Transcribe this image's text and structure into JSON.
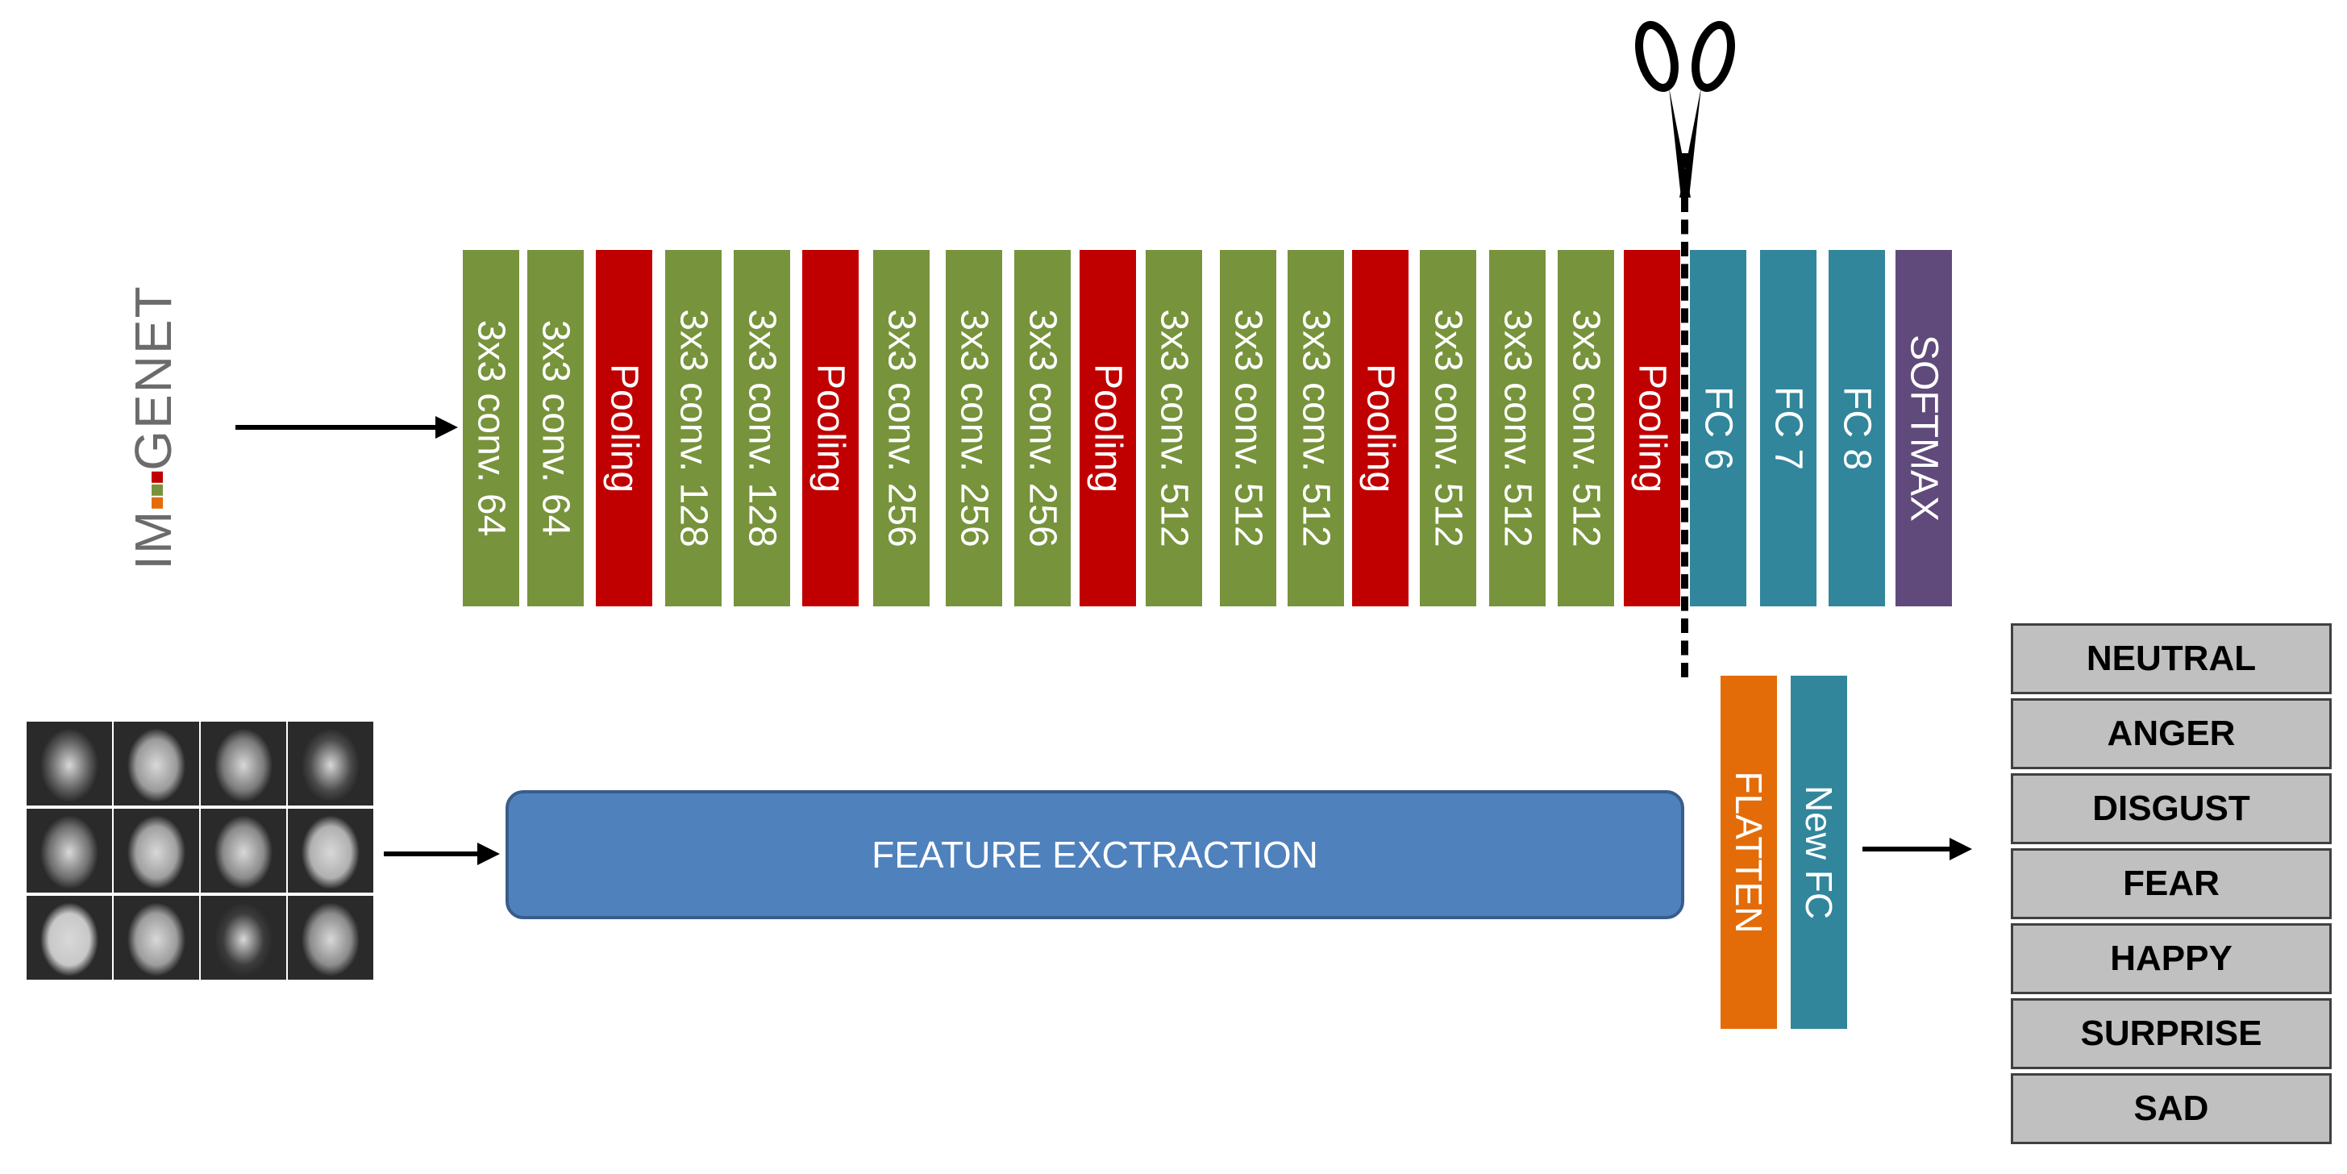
{
  "logo": {
    "text_pre": "IM",
    "text_post": "GENET"
  },
  "layers": [
    {
      "label": "3x3 conv. 64",
      "color": "#77933c"
    },
    {
      "label": "3x3 conv. 64",
      "color": "#77933c"
    },
    {
      "label": "Pooling",
      "color": "#c00000"
    },
    {
      "label": "3x3 conv. 128",
      "color": "#77933c"
    },
    {
      "label": "3x3 conv. 128",
      "color": "#77933c"
    },
    {
      "label": "Pooling",
      "color": "#c00000"
    },
    {
      "label": "3x3 conv. 256",
      "color": "#77933c"
    },
    {
      "label": "3x3 conv. 256",
      "color": "#77933c"
    },
    {
      "label": "3x3 conv. 256",
      "color": "#77933c"
    },
    {
      "label": "Pooling",
      "color": "#c00000"
    },
    {
      "label": "3x3 conv. 512",
      "color": "#77933c"
    },
    {
      "label": "3x3 conv. 512",
      "color": "#77933c"
    },
    {
      "label": "3x3 conv. 512",
      "color": "#77933c"
    },
    {
      "label": "Pooling",
      "color": "#c00000"
    },
    {
      "label": "3x3 conv. 512",
      "color": "#77933c"
    },
    {
      "label": "3x3 conv. 512",
      "color": "#77933c"
    },
    {
      "label": "3x3 conv. 512",
      "color": "#77933c"
    },
    {
      "label": "Pooling",
      "color": "#c00000"
    },
    {
      "label": "FC 6",
      "color": "#31869b"
    },
    {
      "label": "FC 7",
      "color": "#31869b"
    },
    {
      "label": "FC 8",
      "color": "#31869b"
    },
    {
      "label": "SOFTMAX",
      "color": "#604a7b"
    }
  ],
  "feature_extraction": "FEATURE EXCTRACTION",
  "new_layers": [
    {
      "label": "FLATTEN",
      "color": "#e36c09"
    },
    {
      "label": "New FC",
      "color": "#31869b"
    }
  ],
  "classes": [
    "NEUTRAL",
    "ANGER",
    "DISGUST",
    "FEAR",
    "HAPPY",
    "SURPRISE",
    "SAD"
  ],
  "colors": {
    "conv": "#77933c",
    "pool": "#c00000",
    "fc": "#31869b",
    "softmax": "#604a7b",
    "flatten": "#e36c09",
    "feature_box": "#4f81bd",
    "class_box": "#c0c0c0"
  },
  "icons": [
    "scissors-icon",
    "face-photo-grid"
  ]
}
